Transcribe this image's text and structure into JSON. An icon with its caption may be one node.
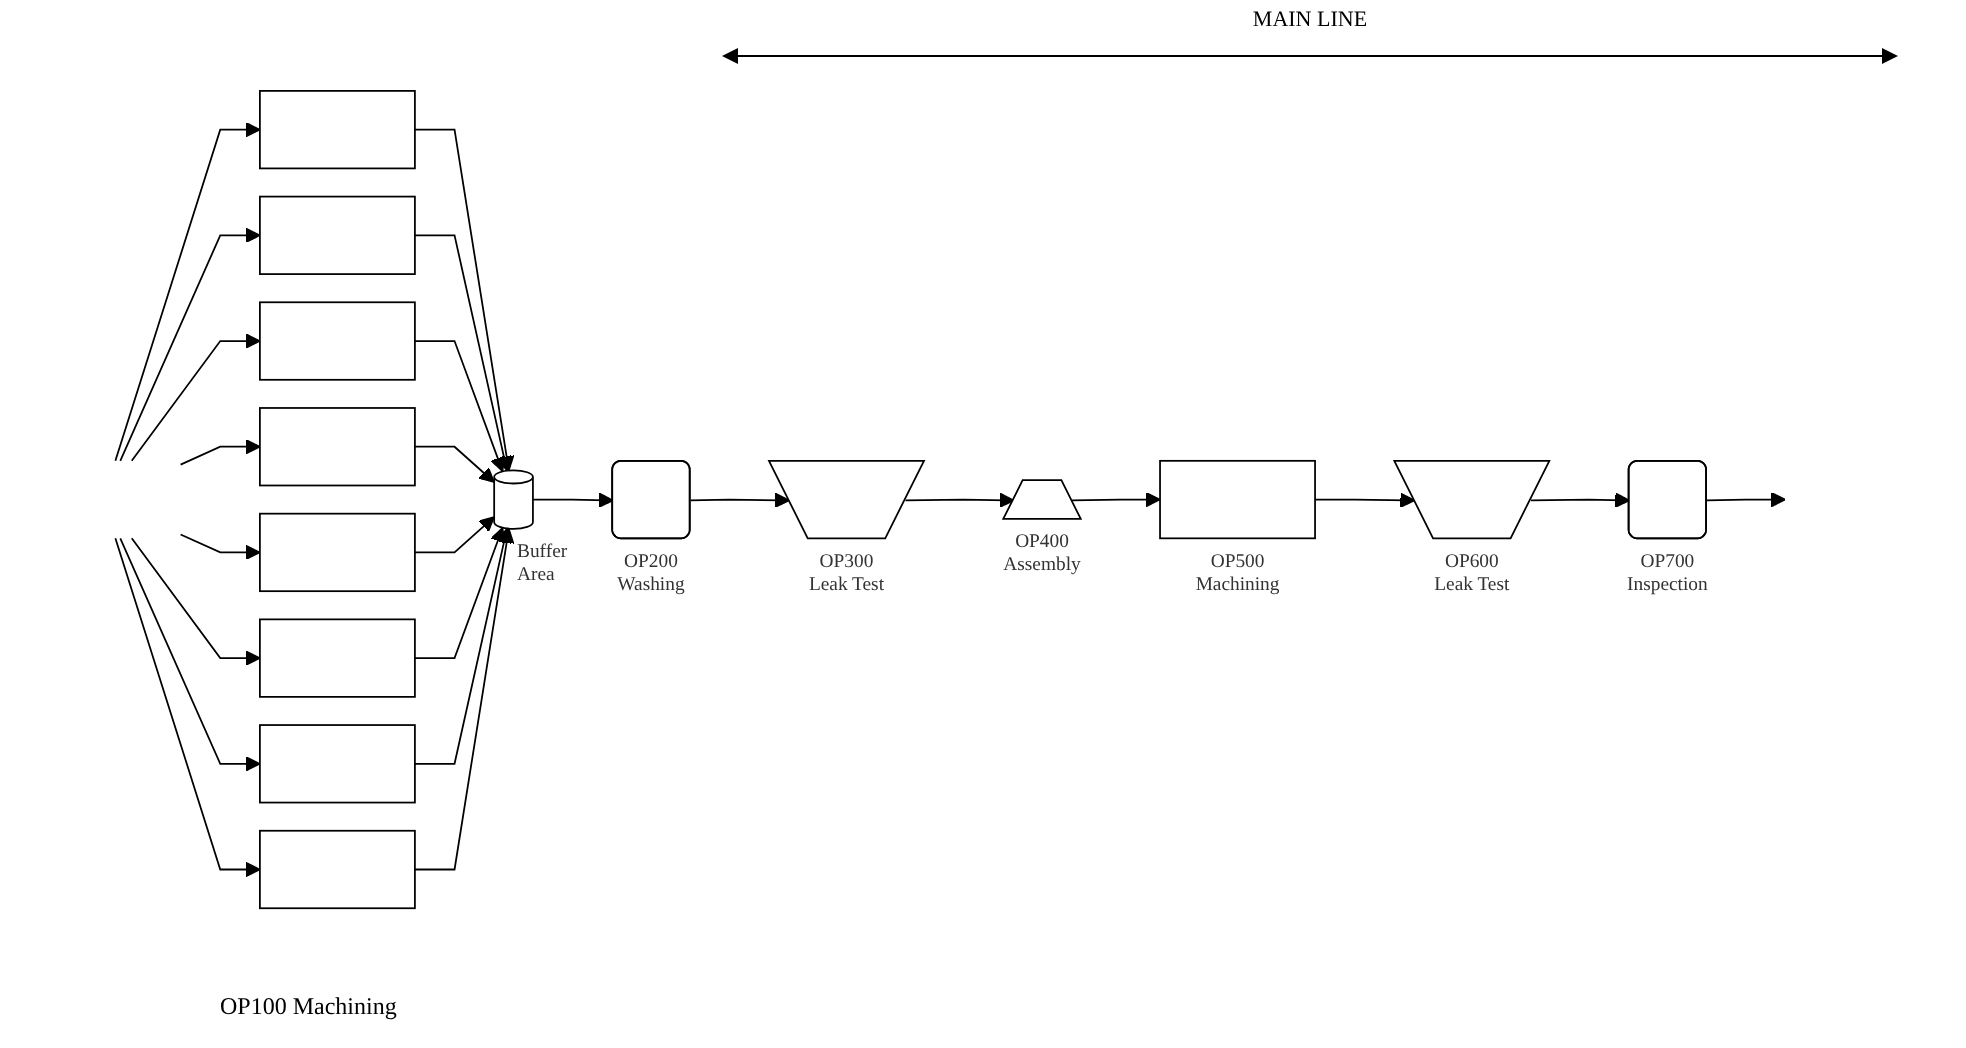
{
  "diagram": {
    "nodes": [
      {
        "text": [],
        "shape": "box"
      },
      {
        "text": [],
        "shape": "box"
      },
      {
        "text": [],
        "shape": "box"
      },
      {
        "text": [],
        "shape": "box"
      },
      {
        "text": [],
        "shape": "box"
      },
      {
        "text": [],
        "shape": "box"
      },
      {
        "text": [],
        "shape": "box"
      },
      {
        "text": [],
        "shape": "box"
      },
      {
        "text": [],
        "shape": "cylinder",
        "beside": [
          "Buffer Area"
        ]
      },
      {
        "text": [],
        "shape": "box",
        "beside": [
          "OP200 Washing"
        ]
      },
      {
        "text": [],
        "shape": "box",
        "beside": [
          "OP300 Leak Test"
        ]
      },
      {
        "text": [],
        "shape": "box",
        "beside": [
          "OP400 Assembly"
        ]
      },
      {
        "text": [],
        "shape": "box",
        "beside": [
          "OP500 Machining"
        ]
      },
      {
        "text": [],
        "shape": "box",
        "beside": [
          "OP600 Leak Test"
        ]
      },
      {
        "text": [],
        "shape": "box",
        "beside": [
          "OP700 Inspection"
        ]
      }
    ],
    "edges": [
      {
        "from": null,
        "to": 0,
        "arrow": "to"
      },
      {
        "from": null,
        "to": 1,
        "arrow": "to"
      },
      {
        "from": null,
        "to": 2,
        "arrow": "to"
      },
      {
        "from": null,
        "to": 3,
        "arrow": "to"
      },
      {
        "from": null,
        "to": 4,
        "arrow": "to"
      },
      {
        "from": null,
        "to": 5,
        "arrow": "to"
      },
      {
        "from": null,
        "to": 6,
        "arrow": "to"
      },
      {
        "from": null,
        "to": 7,
        "arrow": "to"
      },
      {
        "from": 0,
        "to": 8,
        "arrow": "to"
      },
      {
        "from": 1,
        "to": 8,
        "arrow": "to"
      },
      {
        "from": 2,
        "to": 8,
        "arrow": "to"
      },
      {
        "from": 3,
        "to": 8,
        "arrow": "to"
      },
      {
        "from": 4,
        "to": 8,
        "arrow": "to"
      },
      {
        "from": 5,
        "to": 8,
        "arrow": "to"
      },
      {
        "from": 6,
        "to": 8,
        "arrow": "to"
      },
      {
        "from": 7,
        "to": 8,
        "arrow": "to"
      },
      {
        "from": 8,
        "to": 9,
        "arrow": "to"
      },
      {
        "from": 9,
        "to": 10,
        "arrow": "to"
      },
      {
        "from": 10,
        "to": 11,
        "arrow": "to"
      },
      {
        "from": 11,
        "to": 12,
        "arrow": "to"
      },
      {
        "from": 12,
        "to": 13,
        "arrow": "to"
      },
      {
        "from": 13,
        "to": 14,
        "arrow": "to"
      },
      {
        "from": 14,
        "to": null,
        "arrow": "to"
      }
    ],
    "labels": [
      "MAIN LINE",
      "OP100 Machining"
    ]
  }
}
